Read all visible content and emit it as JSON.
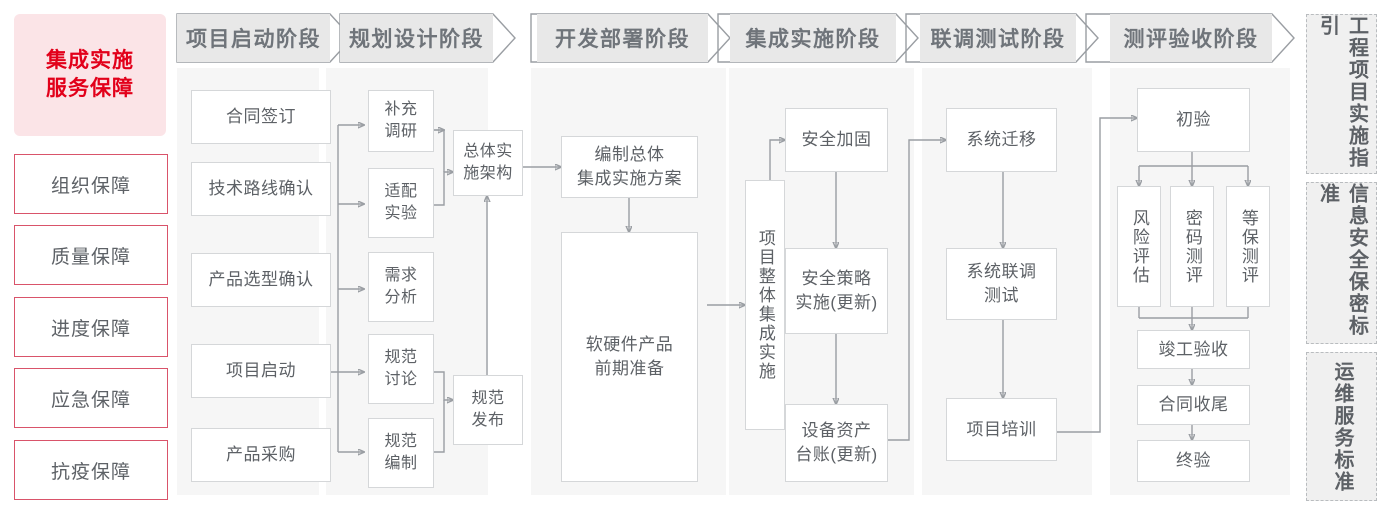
{
  "sidebar": {
    "hero_line1": "集成实施",
    "hero_line2": "服务保障",
    "items": [
      {
        "label": "组织保障"
      },
      {
        "label": "质量保障"
      },
      {
        "label": "进度保障"
      },
      {
        "label": "应急保障"
      },
      {
        "label": "抗疫保障"
      }
    ]
  },
  "phases": [
    {
      "title": "项目启动阶段"
    },
    {
      "title": "规划设计阶段"
    },
    {
      "title": "开发部署阶段"
    },
    {
      "title": "集成实施阶段"
    },
    {
      "title": "联调测试阶段"
    },
    {
      "title": "测评验收阶段"
    }
  ],
  "nodes": {
    "p1_1": "合同签订",
    "p1_2": "技术路线确认",
    "p1_3": "产品选型确认",
    "p1_4": "项目启动",
    "p1_5": "产品采购",
    "p2_1": "补充\n调研",
    "p2_2": "适配\n实验",
    "p2_3": "需求\n分析",
    "p2_4": "规范\n讨论",
    "p2_5": "规范\n编制",
    "p2_6": "总体实\n施架构",
    "p2_7": "规范\n发布",
    "p3_1": "编制总体\n集成实施方案",
    "p3_2": "软硬件产品\n前期准备",
    "p4_0": "项目整体集成实施",
    "p4_1": "安全加固",
    "p4_2": "安全策略\n实施(更新)",
    "p4_3": "设备资产\n台账(更新)",
    "p5_1": "系统迁移",
    "p5_2": "系统联调\n测试",
    "p5_3": "项目培训",
    "p6_1": "初验",
    "p6_2": "风险评估",
    "p6_3": "密码测评",
    "p6_4": "等保测评",
    "p6_5": "竣工验收",
    "p6_6": "合同收尾",
    "p6_7": "终验"
  },
  "standards": [
    {
      "label": "工程项目实施指引"
    },
    {
      "label": "信息安全保密标准"
    },
    {
      "label": "运维服务标准"
    }
  ],
  "colors": {
    "brand_red": "#e2001a",
    "brand_red_soft": "#fbe4e7",
    "border_red": "#d9536a",
    "panel_bg": "#f6f6f6",
    "header_bg": "#e8e8e8",
    "node_border": "#d5d7d9",
    "text": "#5d6166",
    "wire": "#9a9ea3"
  }
}
